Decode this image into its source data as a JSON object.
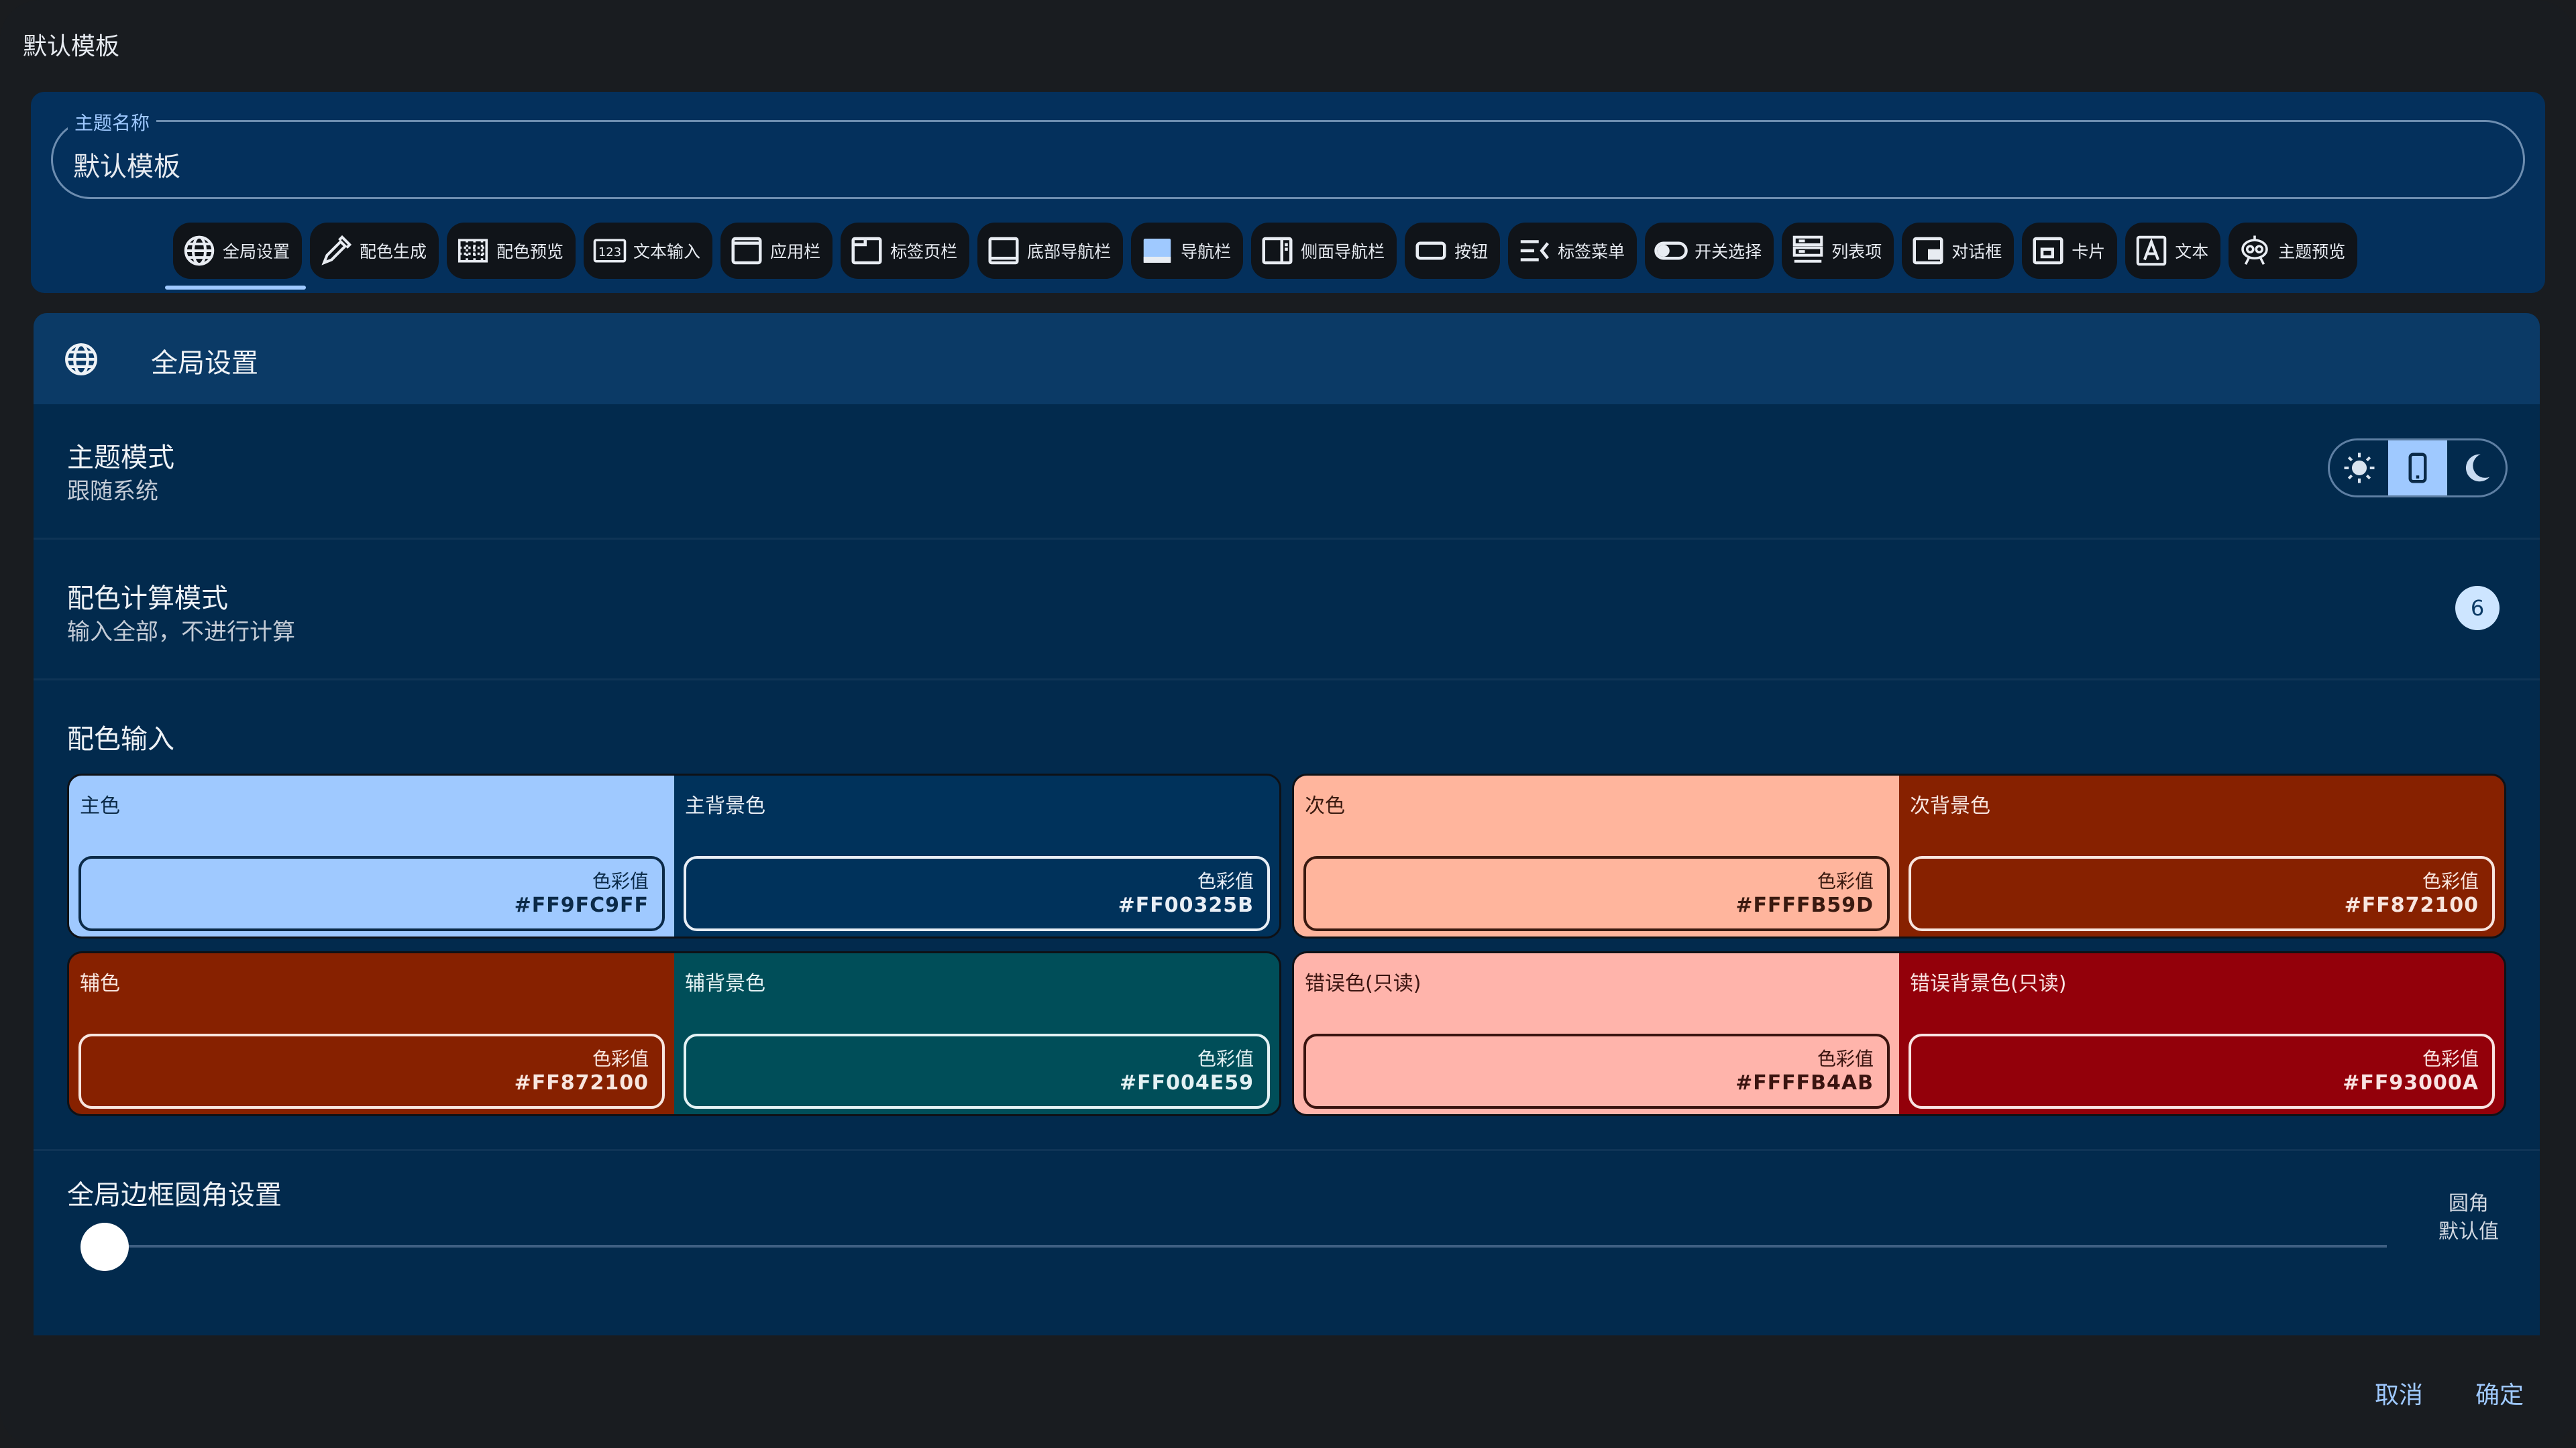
{
  "dialog": {
    "title": "默认模板"
  },
  "theme_name": {
    "label": "主题名称",
    "value": "默认模板"
  },
  "tabs": [
    {
      "label": "全局设置",
      "icon": "globe-icon",
      "active": true
    },
    {
      "label": "配色生成",
      "icon": "eyedropper-icon"
    },
    {
      "label": "配色预览",
      "icon": "texture-icon"
    },
    {
      "label": "文本输入",
      "icon": "input-123-icon"
    },
    {
      "label": "应用栏",
      "icon": "app-bar-icon"
    },
    {
      "label": "标签页栏",
      "icon": "tab-bar-icon"
    },
    {
      "label": "底部导航栏",
      "icon": "bottom-nav-icon"
    },
    {
      "label": "导航栏",
      "icon": "nav-bar-icon"
    },
    {
      "label": "侧面导航栏",
      "icon": "side-nav-icon"
    },
    {
      "label": "按钮",
      "icon": "button-icon"
    },
    {
      "label": "标签菜单",
      "icon": "tag-menu-icon"
    },
    {
      "label": "开关选择",
      "icon": "toggle-icon"
    },
    {
      "label": "列表项",
      "icon": "list-item-icon"
    },
    {
      "label": "对话框",
      "icon": "dialog-icon"
    },
    {
      "label": "卡片",
      "icon": "card-icon"
    },
    {
      "label": "文本",
      "icon": "text-icon"
    },
    {
      "label": "主题预览",
      "icon": "robot-icon"
    }
  ],
  "section": {
    "title": "全局设置",
    "icon": "globe-icon"
  },
  "theme_mode": {
    "title": "主题模式",
    "value": "跟随系统",
    "options": [
      "light",
      "system",
      "dark"
    ],
    "selected": "system"
  },
  "color_calc": {
    "title": "配色计算模式",
    "value": "输入全部，不进行计算",
    "badge": "6"
  },
  "color_input": {
    "title": "配色输入",
    "value_label": "色彩值",
    "groups": [
      [
        {
          "label": "主色",
          "value": "#FF9FC9FF",
          "bg": "#9fc9ff",
          "fg": "#0b2a48"
        },
        {
          "label": "主背景色",
          "value": "#FF00325B",
          "bg": "#00325b",
          "fg": "#e8eef5"
        }
      ],
      [
        {
          "label": "次色",
          "value": "#FFFFB59D",
          "bg": "#ffb59d",
          "fg": "#3a1a10"
        },
        {
          "label": "次背景色",
          "value": "#FF872100",
          "bg": "#872100",
          "fg": "#f8e6df"
        }
      ],
      [
        {
          "label": "辅色",
          "value": "#FF872100",
          "bg": "#872100",
          "fg": "#f8e6df"
        },
        {
          "label": "辅背景色",
          "value": "#FF004E59",
          "bg": "#004e59",
          "fg": "#e4f2f4"
        }
      ],
      [
        {
          "label": "错误色(只读)",
          "value": "#FFFFB4AB",
          "bg": "#ffb4ab",
          "fg": "#3a1410"
        },
        {
          "label": "错误背景色(只读)",
          "value": "#FF93000A",
          "bg": "#93000a",
          "fg": "#f9e3e3"
        }
      ]
    ]
  },
  "radius": {
    "title": "全局边框圆角设置",
    "label_line1": "圆角",
    "label_line2": "默认值",
    "value": 0
  },
  "footer": {
    "cancel": "取消",
    "confirm": "确定"
  },
  "colors": {
    "accent": "#9fc9ff",
    "header_bg": "#04305c",
    "content_bg": "#022a4d"
  }
}
